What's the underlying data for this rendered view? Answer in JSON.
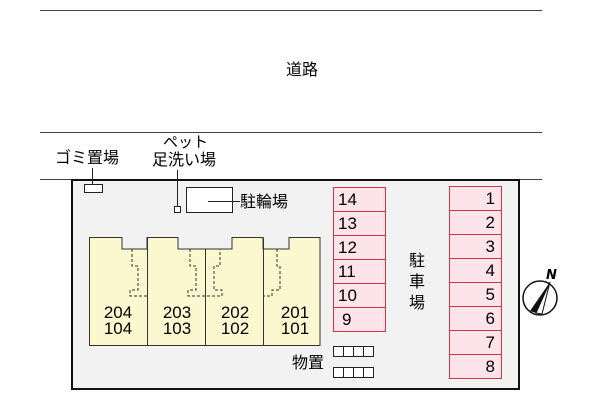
{
  "road": {
    "label": "道路"
  },
  "labels": {
    "garbage": "ゴミ置場",
    "pet_line1": "ペット",
    "pet_line2": "足洗い場",
    "bicycle": "駐輪場",
    "parking": "駐車場",
    "storage": "物置"
  },
  "compass": {
    "label": "N"
  },
  "units": [
    {
      "upper": "204",
      "lower": "104"
    },
    {
      "upper": "203",
      "lower": "103"
    },
    {
      "upper": "202",
      "lower": "102"
    },
    {
      "upper": "201",
      "lower": "101"
    }
  ],
  "parking_left": [
    "14",
    "13",
    "12",
    "11",
    "10",
    "9"
  ],
  "parking_right": [
    "1",
    "2",
    "3",
    "4",
    "5",
    "6",
    "7",
    "8"
  ],
  "colors": {
    "parking_fill": "#fde3ea",
    "parking_border": "#d9333f",
    "building_fill": "#fbf7cf",
    "site_fill": "#f2f2f2"
  }
}
